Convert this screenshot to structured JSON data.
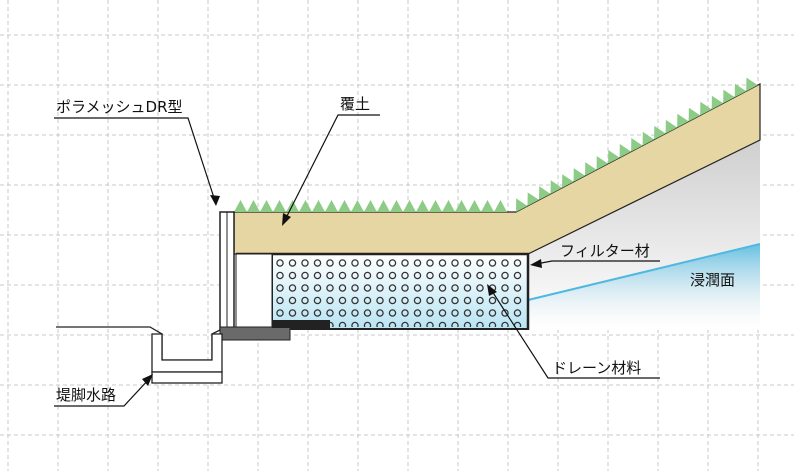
{
  "labels": {
    "poramesh": "ポラメッシュDR型",
    "cover_soil": "覆土",
    "filter": "フィルター材",
    "seepage": "浸潤面",
    "drain": "ドレーン材料",
    "toe_channel": "堤脚水路"
  },
  "colors": {
    "grid": "#c9c9c9",
    "soil": "#e6d6a4",
    "grass": "#8dcc86",
    "drain_fill_top": "#ffffff",
    "drain_fill_bottom": "#b9e4f3",
    "seepage_blue": "#4fb8e0",
    "outline": "#222222",
    "dots": "#333333"
  }
}
